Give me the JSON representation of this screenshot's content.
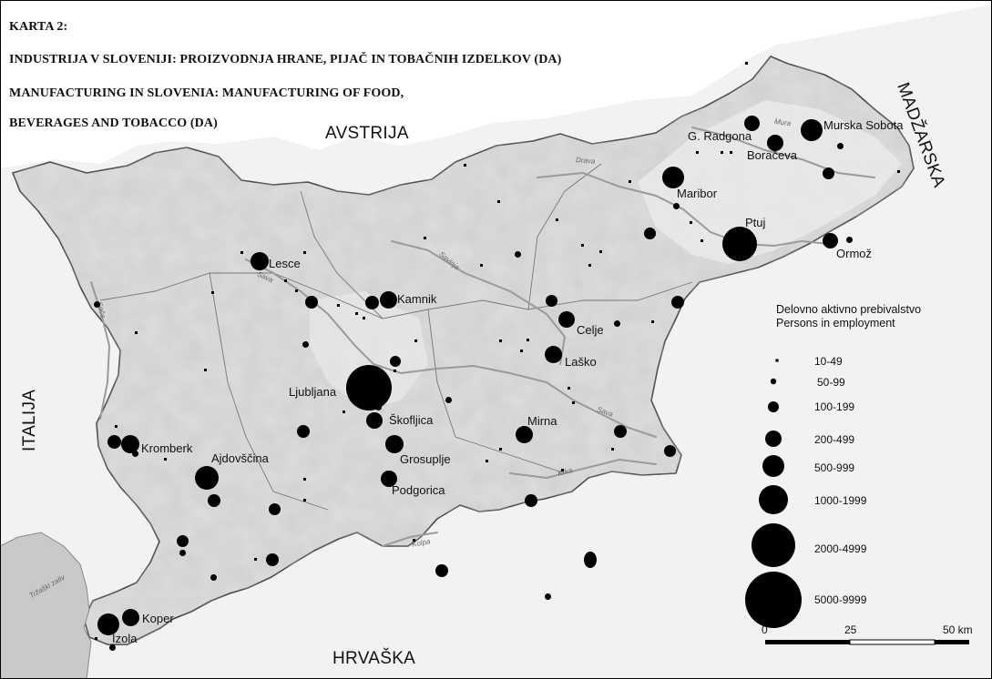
{
  "title_lines": [
    "KARTA 2:",
    "INDUSTRIJA V SLOVENIJI: PROIZVODNJA HRANE, PIJAČ IN TOBAČNIH IZDELKOV (DA)",
    "MANUFACTURING IN SLOVENIA: MANUFACTURING OF FOOD,",
    "BEVERAGES AND TOBACCO (DA)"
  ],
  "countries": [
    "AVSTRIJA",
    "MADŽARSKA",
    "ITALIJA",
    "HRVAŠKA"
  ],
  "rivers": [
    "Mura",
    "Drava",
    "Sava",
    "Savinja",
    "Krka",
    "Kolpa",
    "Soča",
    "Tržaški zaliv"
  ],
  "cities": [
    "Murska Sobota",
    "G. Radgona",
    "Boračeva",
    "Maribor",
    "Ptuj",
    "Ormož",
    "Lesce",
    "Kamnik",
    "Celje",
    "Laško",
    "Ljubljana",
    "Škofljica",
    "Mirna",
    "Kromberk",
    "Ajdovščina",
    "Grosuplje",
    "Podgorica",
    "Koper",
    "Izola"
  ],
  "legend": {
    "title_lines": [
      "Delovno aktivno prebivalstvo",
      "Persons in employment"
    ],
    "classes": [
      "10-49",
      "50-99",
      "100-199",
      "200-499",
      "500-999",
      "1000-1999",
      "2000-4999",
      "5000-9999"
    ]
  },
  "scale": {
    "ticks": [
      "0",
      "25",
      "50 km"
    ]
  },
  "colors": {
    "land": "#e6e6e6",
    "outside": "#ffffff",
    "marker": "#000000",
    "river": "#9a9a9a"
  }
}
